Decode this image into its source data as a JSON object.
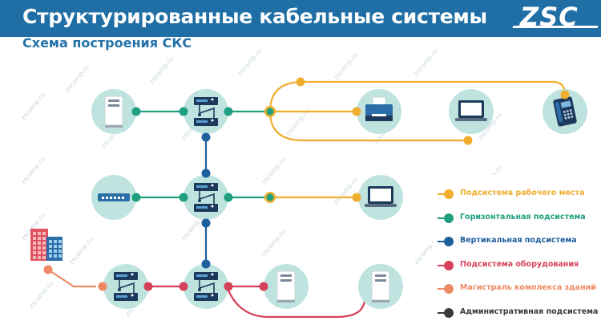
{
  "header": {
    "title": "Структурированные кабельные системы",
    "subtitle": "Схема построения СКС",
    "logo_text": "ZSC"
  },
  "colors": {
    "header_bg": "#1f6fa6",
    "workplace": "#f0ad2e",
    "horizontal": "#1f9f7f",
    "vertical": "#1e5f9e",
    "equipment": "#d6415a",
    "campus": "#ee8a63",
    "admin": "#3a3a3a",
    "node_bg": "#bfe3df",
    "device_dark": "#1d3a5c",
    "device_mid": "#2b6ea8"
  },
  "watermark": "zscomp.ru",
  "legend": {
    "items": [
      {
        "label": "Подсистема рабочего места",
        "color": "#f0ad2e"
      },
      {
        "label": "Горизонтальная подсистема",
        "color": "#1f9f7f"
      },
      {
        "label": "Вертикальная подсистема",
        "color": "#1e5f9e"
      },
      {
        "label": "Подсистема оборудования",
        "color": "#d6415a"
      },
      {
        "label": "Магистраль комплекса зданий",
        "color": "#ee8a63"
      },
      {
        "label": "Административная подсистема",
        "color": "#3a3a3a"
      }
    ]
  },
  "nodes": [
    {
      "id": "server-top",
      "type": "server"
    },
    {
      "id": "rack-top",
      "type": "rack"
    },
    {
      "id": "printer",
      "type": "printer"
    },
    {
      "id": "laptop-top",
      "type": "laptop"
    },
    {
      "id": "phone",
      "type": "phone"
    },
    {
      "id": "switch",
      "type": "switch"
    },
    {
      "id": "rack-mid",
      "type": "rack"
    },
    {
      "id": "laptop-mid",
      "type": "laptop"
    },
    {
      "id": "building",
      "type": "building"
    },
    {
      "id": "rack-bottom-left",
      "type": "rack"
    },
    {
      "id": "rack-bottom",
      "type": "rack"
    },
    {
      "id": "server-bottom-1",
      "type": "server"
    },
    {
      "id": "server-bottom-2",
      "type": "server"
    }
  ]
}
